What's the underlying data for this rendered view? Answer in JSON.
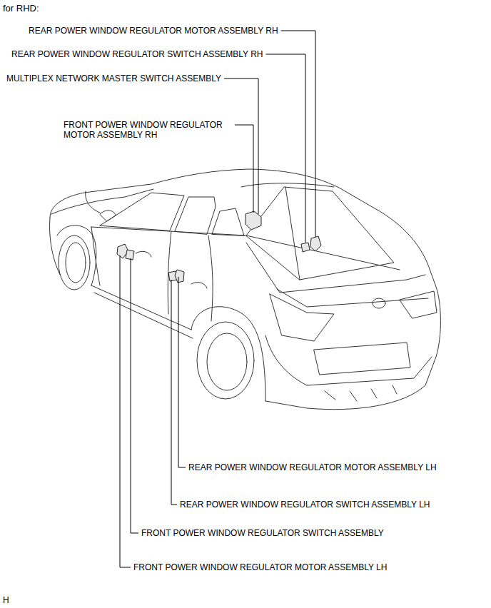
{
  "diagram": {
    "title": "for RHD:",
    "labels": [
      "REAR POWER WINDOW REGULATOR MOTOR ASSEMBLY RH",
      "REAR POWER WINDOW REGULATOR SWITCH ASSEMBLY RH",
      "MULTIPLEX NETWORK MASTER SWITCH ASSEMBLY",
      "FRONT POWER WINDOW REGULATOR MOTOR ASSEMBLY RH",
      "REAR POWER WINDOW REGULATOR MOTOR ASSEMBLY LH",
      "REAR POWER WINDOW REGULATOR SWITCH ASSEMBLY LH",
      "FRONT POWER WINDOW REGULATOR SWITCH ASSEMBLY",
      "FRONT POWER WINDOW REGULATOR MOTOR ASSEMBLY LH",
      "H"
    ]
  }
}
